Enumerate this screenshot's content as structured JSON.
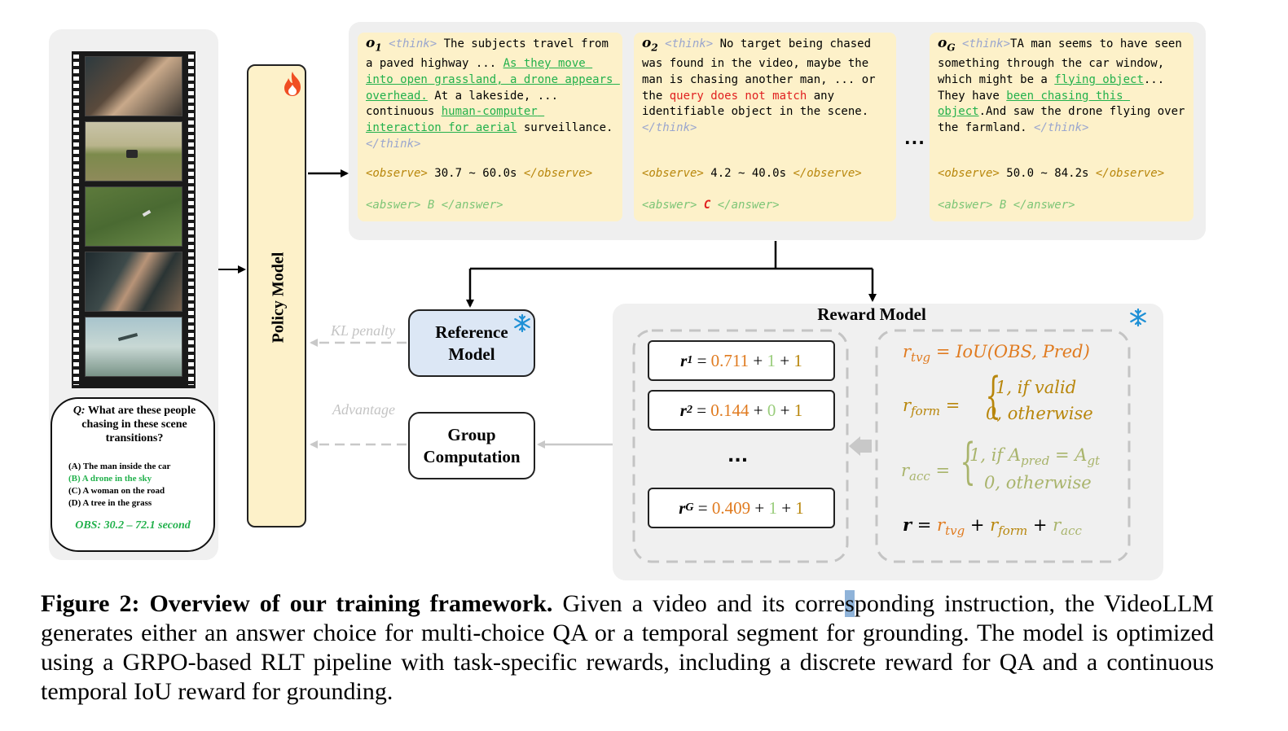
{
  "question": {
    "q_label": "Q:",
    "q_text": "What are these people chasing in these scene transitions?",
    "options": [
      {
        "text": "(A) The man inside the car",
        "correct": false
      },
      {
        "text": "(B) A drone in the sky",
        "correct": true
      },
      {
        "text": "(C) A woman on the road",
        "correct": false
      },
      {
        "text": "(D) A tree in the grass",
        "correct": false
      }
    ],
    "obs": "OBS: 30.2  – 72.1 second"
  },
  "policy_model": {
    "label": "Policy Model"
  },
  "outputs": [
    {
      "o_label": "o",
      "o_sub": "1",
      "think_open": "<think>",
      "text_1": " The subjects travel from a paved highway ... ",
      "green_1": "As they move into open grassland, a drone appears overhead.",
      "text_2": " At a lakeside, ... continuous ",
      "green_2": "human-computer interaction for aerial",
      "text_3": " surveillance. ",
      "think_close": "</think>",
      "obs_open": "<observe>",
      "obs_value": " 30.7 ~ 60.0s ",
      "obs_close": "</observe>",
      "ans_open": "<abswer>",
      "ans_value": " B ",
      "ans_close": "</answer>"
    },
    {
      "o_label": "o",
      "o_sub": "2",
      "think_open": "<think>",
      "text_1": " No target being chased was found in the video, maybe the man is chasing another man, ... or the ",
      "red_1": "query does not match",
      "text_2": " any identifiable object in the scene. ",
      "think_close": "</think>",
      "obs_open": "<observe>",
      "obs_value": " 4.2 ~ 40.0s ",
      "obs_close": "</observe>",
      "ans_open": "<abswer>",
      "ans_value": " C ",
      "ans_close": "</answer>"
    },
    {
      "o_label": "o",
      "o_sub": "G",
      "think_open": "<think>",
      "text_1": "TA man seems to have seen something through the car window, which might be a ",
      "green_1": "flying object",
      "text_2": "... They have ",
      "green_2": "been chasing this object",
      "text_3": ".And saw the drone flying over the farmland. ",
      "think_close": "</think>",
      "obs_open": "<observe>",
      "obs_value": " 50.0 ~ 84.2s ",
      "obs_close": "</observe>",
      "ans_open": "<abswer>",
      "ans_value": " B ",
      "ans_close": "</answer>"
    }
  ],
  "outputs_ellipsis": "...",
  "reference_model": {
    "label": "Reference Model"
  },
  "group_computation": {
    "label": "Group Computation"
  },
  "kl_penalty": "KL penalty",
  "advantage": "Advantage",
  "reward_model": {
    "title": "Reward Model",
    "rewards": [
      {
        "name": "r",
        "sub": "1",
        "tvg": "0.711",
        "form": "1",
        "acc": "1"
      },
      {
        "name": "r",
        "sub": "2",
        "tvg": "0.144",
        "form": "0",
        "acc": "1"
      },
      {
        "name": "r",
        "sub": "G",
        "tvg": "0.409",
        "form": "1",
        "acc": "1"
      }
    ],
    "rewards_ellipsis": "...",
    "f_tvg_lhs": "r",
    "f_tvg_sub": "tvg",
    "f_tvg_rhs": " = IoU(OBS, Pred)",
    "f_form_lhs": "r",
    "f_form_sub": "form",
    "f_form_case1": "1, if valid",
    "f_form_case2": "0, otherwise",
    "f_acc_lhs": "r",
    "f_acc_sub": "acc",
    "f_acc_case1": "1, if A",
    "f_acc_case1_sub1": "pred",
    "f_acc_case1_mid": " = A",
    "f_acc_case1_sub2": "gt",
    "f_acc_case2": "0, otherwise",
    "f_total_lhs": "r",
    "f_total_t1": "r",
    "f_total_t1_sub": "tvg",
    "f_total_t2": "r",
    "f_total_t2_sub": "form",
    "f_total_t3": "r",
    "f_total_t3_sub": "acc"
  },
  "caption": {
    "fig_label": "Figure 2:  Overview of our training framework.",
    "text_a": "  Given a video and its corre",
    "highlight": "s",
    "text_b": "ponding instruction, the VideoLLM generates either an answer choice for multi-choice QA or a temporal segment for grounding. The model is optimized using a GRPO-based RLT pipeline with task-specific rewards, including a discrete reward for QA and a continuous temporal IoU reward for grounding."
  },
  "colors": {
    "card_bg": "#fdf1c9",
    "ref_bg": "#dce7f5",
    "correct_green": "#22b14c",
    "wrong_red": "#e02020",
    "tvg_orange": "#e07b20",
    "form_gold": "#b8860b",
    "acc_olive": "#a9b46c"
  },
  "icons": [
    "fire-icon",
    "snowflake-icon"
  ]
}
